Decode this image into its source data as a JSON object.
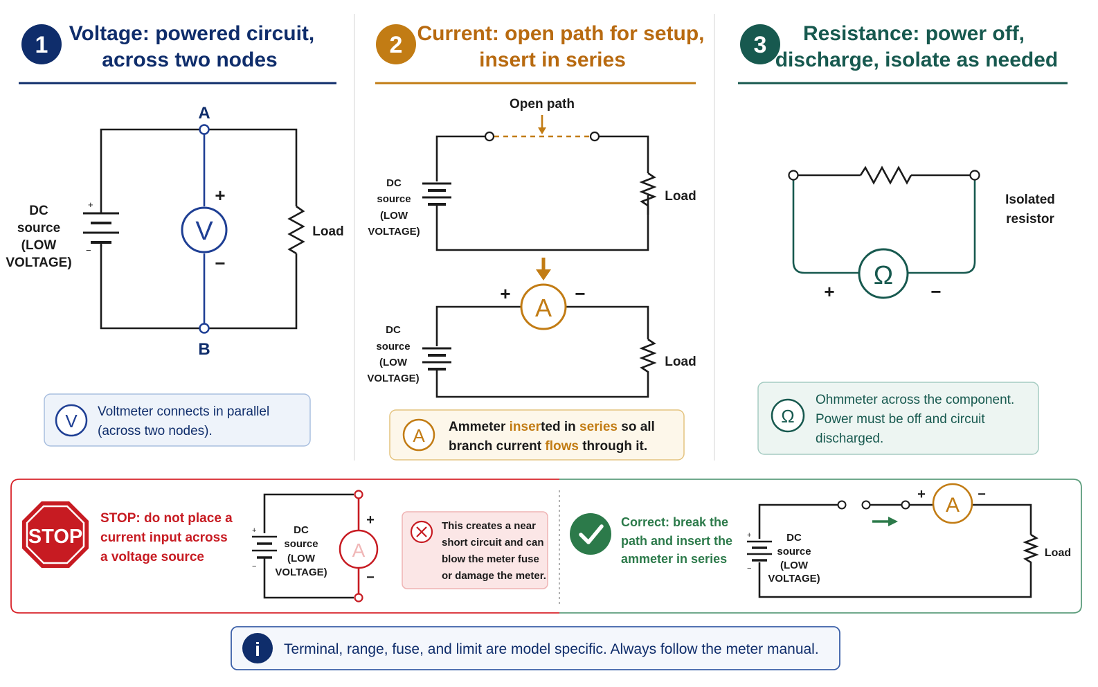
{
  "panel1": {
    "step": "1",
    "title_line1": "Voltage: powered circuit,",
    "title_line2": "across two nodes",
    "source_label": [
      "DC",
      "source",
      "(LOW",
      "VOLTAGE)"
    ],
    "node_a": "A",
    "node_b": "B",
    "meter_symbol": "V",
    "plus": "+",
    "minus": "−",
    "load_label": "Load",
    "note_icon": "V",
    "note_line1": "Voltmeter connects in parallel",
    "note_line2": "(across two nodes)."
  },
  "panel2": {
    "step": "2",
    "title_line1": "Current: open path for setup,",
    "title_line2": "insert in series",
    "open_path_label": "Open path",
    "source_label": [
      "DC",
      "source",
      "(LOW",
      "VOLTAGE)"
    ],
    "load_label": "Load",
    "meter_symbol": "A",
    "plus": "+",
    "minus": "−",
    "note_icon": "A",
    "note_line1_parts": [
      "Ammeter ",
      "inser",
      "ted in ",
      "series",
      " so all"
    ],
    "note_line2_parts": [
      "branch current ",
      "flows",
      " through it."
    ]
  },
  "panel3": {
    "step": "3",
    "title_line1": "Resistance: power off,",
    "title_line2": "discharge, isolate as needed",
    "isolated_label": [
      "Isolated",
      "resistor"
    ],
    "meter_symbol": "Ω",
    "plus": "+",
    "minus": "−",
    "note_icon": "Ω",
    "note_lines": [
      "Ohmmeter across the component.",
      "Power must be off and circuit",
      "discharged."
    ]
  },
  "warning": {
    "stop_sign": "STOP",
    "stop_lines": [
      "STOP: do not place a",
      "current input across",
      "a voltage source"
    ],
    "source_label": [
      "DC",
      "source",
      "(LOW",
      "VOLTAGE)"
    ],
    "meter_symbol": "A",
    "plus": "+",
    "minus": "−",
    "x_lines": [
      "This creates a near",
      "short circuit and can",
      "blow the meter fuse",
      "or damage the meter."
    ],
    "correct_lines": [
      "Correct: break the",
      "path and insert the",
      "ammeter in series"
    ],
    "correct_source_label": [
      "DC",
      "source",
      "(LOW",
      "VOLTAGE)"
    ],
    "correct_meter_symbol": "A",
    "correct_load": "Load"
  },
  "footer": {
    "icon": "i",
    "text": "Terminal, range, fuse, and limit are model specific. Always follow the meter manual."
  },
  "colors": {
    "blue": "#0f2d6b",
    "orange": "#c27c14",
    "orange_title": "#b86a10",
    "teal": "#17594f",
    "red": "#c71b22",
    "green": "#2c7a4a"
  }
}
